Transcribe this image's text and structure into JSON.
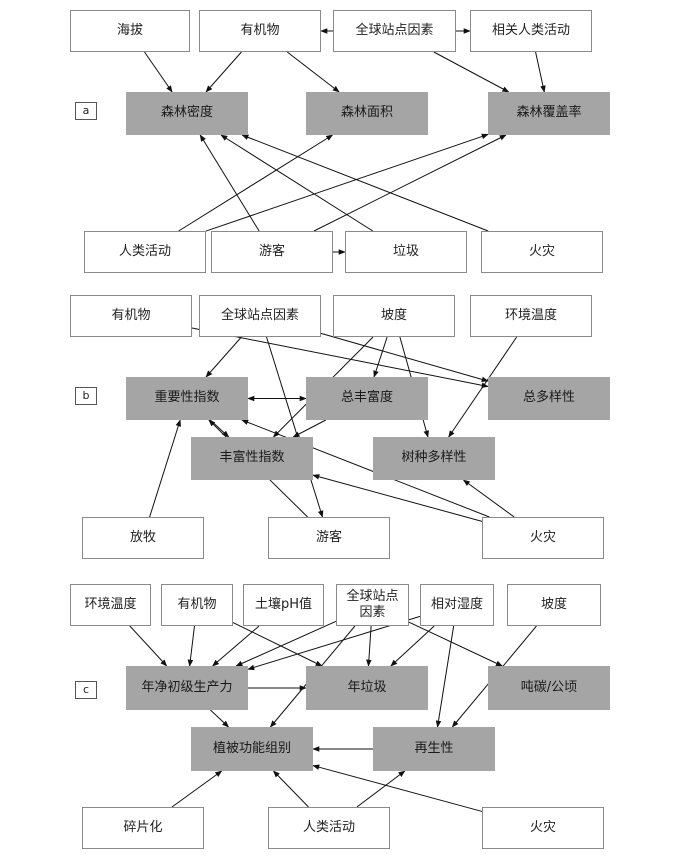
{
  "panels": [
    {
      "label": "a",
      "nodes": [
        {
          "id": "haiba",
          "text": "海拔",
          "kind": "input"
        },
        {
          "id": "youjiwu_a",
          "text": "有机物",
          "kind": "input"
        },
        {
          "id": "quanqiu_a",
          "text": "全球站点因素",
          "kind": "input"
        },
        {
          "id": "xiangguan",
          "text": "相关人类活动",
          "kind": "input"
        },
        {
          "id": "senlinmidu",
          "text": "森林密度",
          "kind": "outcome"
        },
        {
          "id": "senlinmianji",
          "text": "森林面积",
          "kind": "outcome"
        },
        {
          "id": "fugailv",
          "text": "森林覆盖率",
          "kind": "outcome"
        },
        {
          "id": "renlei_a",
          "text": "人类活动",
          "kind": "input"
        },
        {
          "id": "youke_a",
          "text": "游客",
          "kind": "input"
        },
        {
          "id": "laji",
          "text": "垃圾",
          "kind": "input"
        },
        {
          "id": "huozai_a",
          "text": "火灾",
          "kind": "input"
        }
      ]
    },
    {
      "label": "b",
      "nodes": [
        {
          "id": "youjiwu_b",
          "text": "有机物",
          "kind": "input"
        },
        {
          "id": "quanqiu_b",
          "text": "全球站点因素",
          "kind": "input"
        },
        {
          "id": "podu_b",
          "text": "坡度",
          "kind": "input"
        },
        {
          "id": "huanjing_b",
          "text": "环境温度",
          "kind": "input"
        },
        {
          "id": "zhongyao",
          "text": "重要性指数",
          "kind": "outcome"
        },
        {
          "id": "zongfeng",
          "text": "总丰富度",
          "kind": "outcome"
        },
        {
          "id": "zongduo",
          "text": "总多样性",
          "kind": "outcome"
        },
        {
          "id": "fengfu",
          "text": "丰富性指数",
          "kind": "outcome"
        },
        {
          "id": "shuzhong",
          "text": "树种多样性",
          "kind": "outcome"
        },
        {
          "id": "fangmu",
          "text": "放牧",
          "kind": "input"
        },
        {
          "id": "youke_b",
          "text": "游客",
          "kind": "input"
        },
        {
          "id": "huozai_b",
          "text": "火灾",
          "kind": "input"
        }
      ]
    },
    {
      "label": "c",
      "nodes": [
        {
          "id": "huanjing_c",
          "text": "环境温度",
          "kind": "input"
        },
        {
          "id": "youjiwu_c",
          "text": "有机物",
          "kind": "input"
        },
        {
          "id": "turang",
          "text": "土壤pH值",
          "kind": "input"
        },
        {
          "id": "quanqiu_c",
          "text": "全球站点\n因素",
          "kind": "input"
        },
        {
          "id": "xiangdui",
          "text": "相对湿度",
          "kind": "input"
        },
        {
          "id": "podu_c",
          "text": "坡度",
          "kind": "input"
        },
        {
          "id": "nianjing",
          "text": "年净初级生产力",
          "kind": "outcome"
        },
        {
          "id": "nianlaji",
          "text": "年垃圾",
          "kind": "outcome"
        },
        {
          "id": "dunt",
          "text": "吨碳/公顷",
          "kind": "outcome"
        },
        {
          "id": "zhibei",
          "text": "植被功能组别",
          "kind": "outcome"
        },
        {
          "id": "zaisheng",
          "text": "再生性",
          "kind": "outcome"
        },
        {
          "id": "suipian",
          "text": "碎片化",
          "kind": "input"
        },
        {
          "id": "renlei_c",
          "text": "人类活动",
          "kind": "input"
        },
        {
          "id": "huozai_c",
          "text": "火灾",
          "kind": "input"
        }
      ]
    }
  ],
  "edges": [
    {
      "from": "haiba",
      "to": "senlinmidu",
      "bidirectional": false
    },
    {
      "from": "youjiwu_a",
      "to": "senlinmidu",
      "bidirectional": false
    },
    {
      "from": "youjiwu_a",
      "to": "senlinmianji",
      "bidirectional": false
    },
    {
      "from": "quanqiu_a",
      "to": "youjiwu_a",
      "bidirectional": false
    },
    {
      "from": "quanqiu_a",
      "to": "xiangguan",
      "bidirectional": false
    },
    {
      "from": "quanqiu_a",
      "to": "fugailv",
      "bidirectional": false
    },
    {
      "from": "xiangguan",
      "to": "fugailv",
      "bidirectional": false
    },
    {
      "from": "renlei_a",
      "to": "senlinmianji",
      "bidirectional": false
    },
    {
      "from": "youke_a",
      "to": "senlinmidu",
      "bidirectional": false
    },
    {
      "from": "youke_a",
      "to": "fugailv",
      "bidirectional": false
    },
    {
      "from": "youke_a",
      "to": "laji",
      "bidirectional": false
    },
    {
      "from": "laji",
      "to": "senlinmidu",
      "bidirectional": false
    },
    {
      "from": "huozai_a",
      "to": "senlinmidu",
      "bidirectional": false
    },
    {
      "from": "renlei_a",
      "to": "fugailv",
      "bidirectional": false
    },
    {
      "from": "youjiwu_b",
      "to": "zongduo",
      "bidirectional": false
    },
    {
      "from": "quanqiu_b",
      "to": "zhongyao",
      "bidirectional": false
    },
    {
      "from": "quanqiu_b",
      "to": "zongduo",
      "bidirectional": false
    },
    {
      "from": "quanqiu_b",
      "to": "youke_b",
      "bidirectional": false
    },
    {
      "from": "podu_b",
      "to": "zongfeng",
      "bidirectional": false
    },
    {
      "from": "podu_b",
      "to": "fengfu",
      "bidirectional": false
    },
    {
      "from": "podu_b",
      "to": "shuzhong",
      "bidirectional": false
    },
    {
      "from": "huanjing_b",
      "to": "shuzhong",
      "bidirectional": false
    },
    {
      "from": "zhongyao",
      "to": "zongfeng",
      "bidirectional": true
    },
    {
      "from": "zhongyao",
      "to": "fengfu",
      "bidirectional": false
    },
    {
      "from": "zongfeng",
      "to": "fengfu",
      "bidirectional": false
    },
    {
      "from": "fangmu",
      "to": "zhongyao",
      "bidirectional": false
    },
    {
      "from": "youke_b",
      "to": "zhongyao",
      "bidirectional": false
    },
    {
      "from": "huozai_b",
      "to": "zhongyao",
      "bidirectional": false
    },
    {
      "from": "huozai_b",
      "to": "fengfu",
      "bidirectional": false
    },
    {
      "from": "huozai_b",
      "to": "shuzhong",
      "bidirectional": false
    },
    {
      "from": "huanjing_c",
      "to": "nianjing",
      "bidirectional": false
    },
    {
      "from": "youjiwu_c",
      "to": "nianjing",
      "bidirectional": false
    },
    {
      "from": "youjiwu_c",
      "to": "nianlaji",
      "bidirectional": false
    },
    {
      "from": "turang",
      "to": "nianjing",
      "bidirectional": false
    },
    {
      "from": "quanqiu_c",
      "to": "nianjing",
      "bidirectional": false
    },
    {
      "from": "quanqiu_c",
      "to": "nianlaji",
      "bidirectional": false
    },
    {
      "from": "quanqiu_c",
      "to": "dunt",
      "bidirectional": false
    },
    {
      "from": "quanqiu_c",
      "to": "zhibei",
      "bidirectional": false
    },
    {
      "from": "xiangdui",
      "to": "nianjing",
      "bidirectional": false
    },
    {
      "from": "xiangdui",
      "to": "nianlaji",
      "bidirectional": false
    },
    {
      "from": "xiangdui",
      "to": "zaisheng",
      "bidirectional": false
    },
    {
      "from": "podu_c",
      "to": "zaisheng",
      "bidirectional": false
    },
    {
      "from": "nianjing",
      "to": "nianlaji",
      "bidirectional": false
    },
    {
      "from": "nianjing",
      "to": "zhibei",
      "bidirectional": false
    },
    {
      "from": "zaisheng",
      "to": "zhibei",
      "bidirectional": false
    },
    {
      "from": "suipian",
      "to": "zhibei",
      "bidirectional": false
    },
    {
      "from": "renlei_c",
      "to": "zhibei",
      "bidirectional": false
    },
    {
      "from": "renlei_c",
      "to": "zaisheng",
      "bidirectional": false
    },
    {
      "from": "huozai_c",
      "to": "zhibei",
      "bidirectional": false
    }
  ],
  "colors": {
    "input_fill": "#ffffff",
    "input_border": "#8a8a8a",
    "outcome_fill": "#a5a5a5",
    "arrow": "#111111"
  }
}
